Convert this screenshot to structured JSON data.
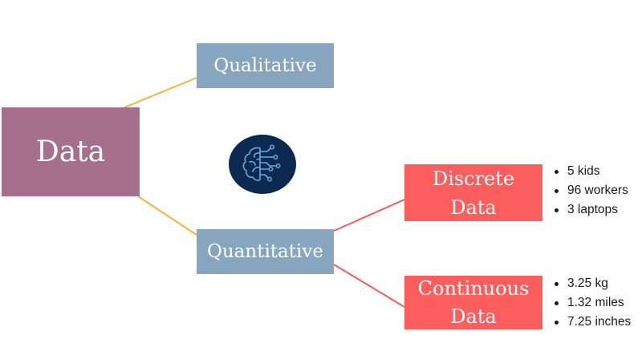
{
  "colors": {
    "data_box": "#a66f8e",
    "category_box": "#86a6c0",
    "type_box": "#fc5d5d",
    "connector_left": "#f9b33a",
    "connector_right": "#f45b5b",
    "brain_circle": "#0c2a4f",
    "brain_lines": "#6aa7df"
  },
  "root": {
    "label": "Data"
  },
  "categories": {
    "qualitative": {
      "label": "Qualitative"
    },
    "quantitative": {
      "label": "Quantitative"
    }
  },
  "types": {
    "discrete": {
      "label": "Discrete\nData",
      "examples": [
        "5 kids",
        "96 workers",
        "3 laptops"
      ]
    },
    "continuous": {
      "label": "Continuous\nData",
      "examples": [
        "3.25 kg",
        "1.32 miles",
        "7.25 inches"
      ]
    }
  },
  "icons": {
    "center": "brain-circuit-icon"
  }
}
